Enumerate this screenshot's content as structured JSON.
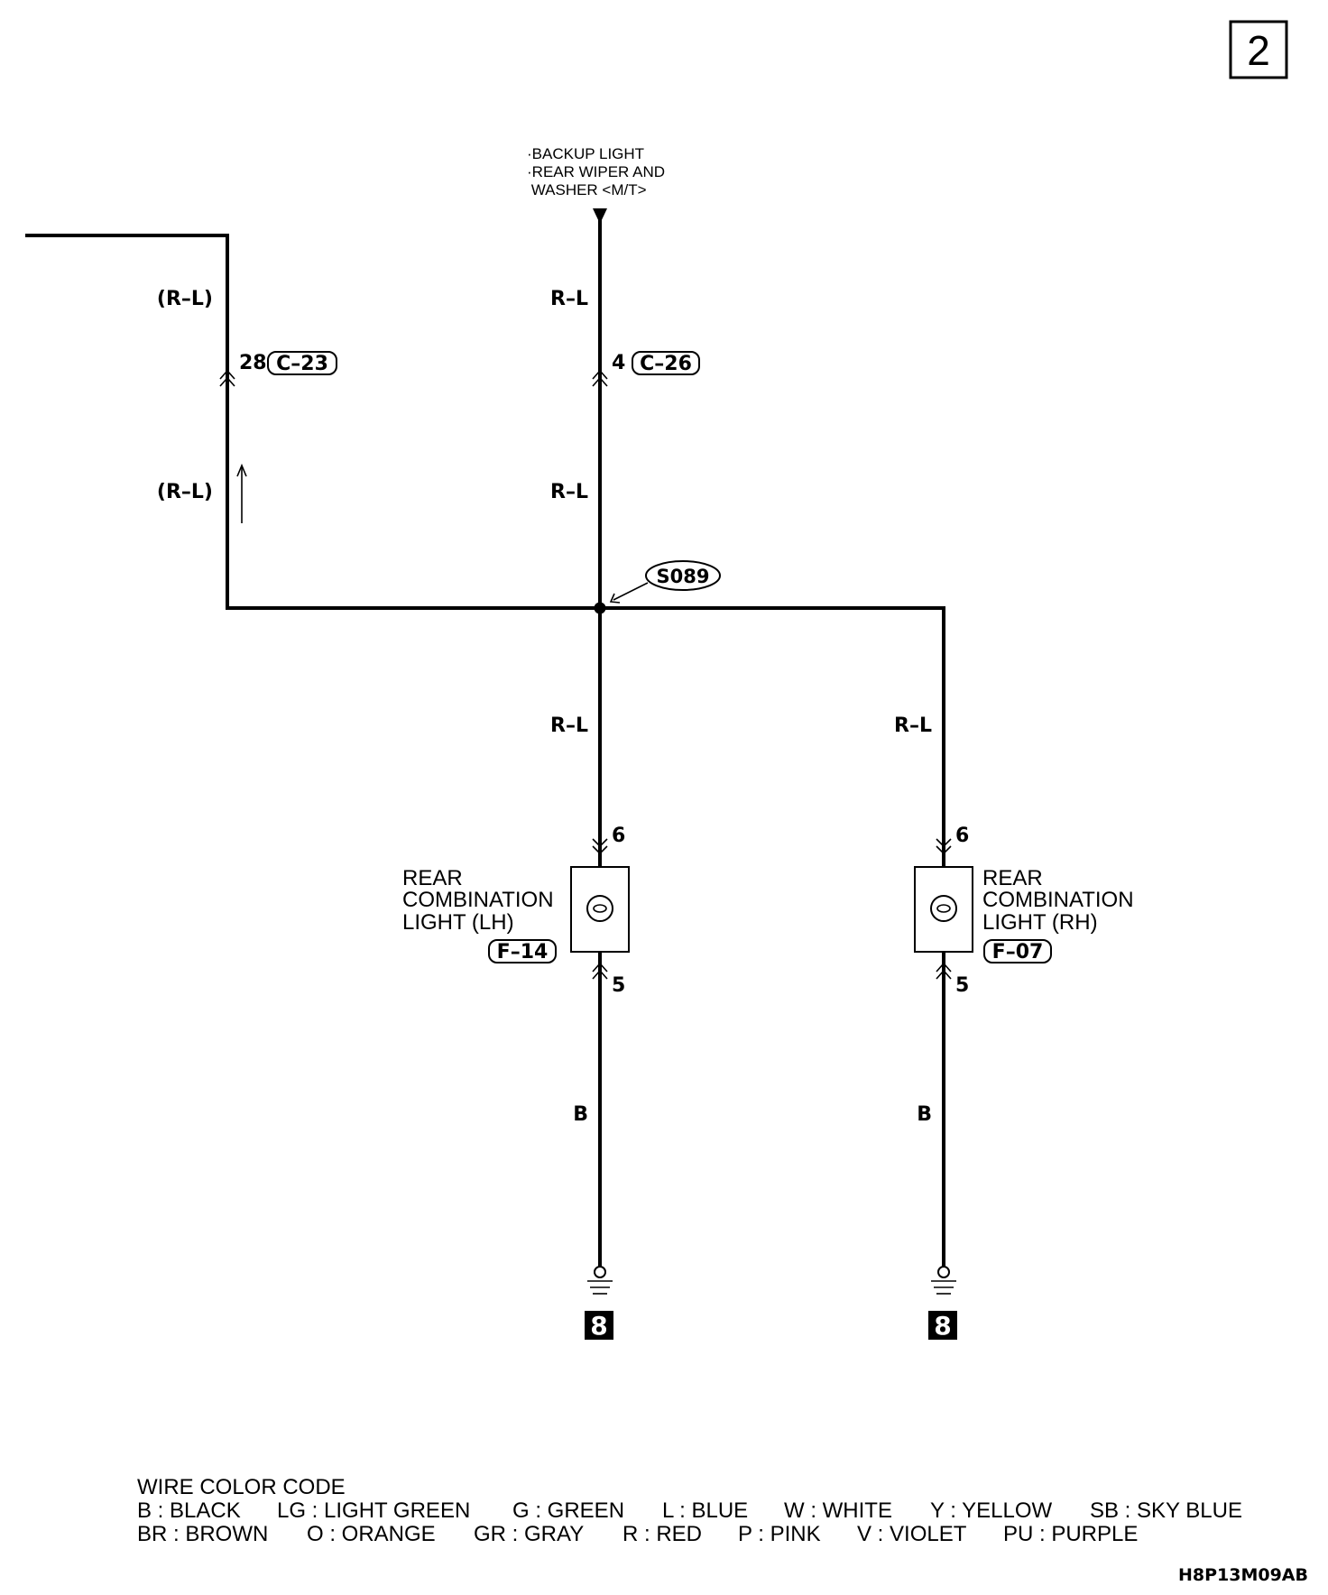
{
  "page_number": "2",
  "top_feed": {
    "lines": [
      "·BACKUP LIGHT",
      "·REAR WIPER AND",
      " WASHER <M/T>"
    ]
  },
  "wire_labels": {
    "left_upper": "(R–L)",
    "left_lower": "(R–L)",
    "center_upper": "R–L",
    "center_middle": "R–L",
    "center_lower": "R–L",
    "right_upper": "R–L",
    "lh_ground": "B",
    "rh_ground": "B"
  },
  "connectors": {
    "c23": {
      "pin": "28",
      "id": "C–23"
    },
    "c26": {
      "pin": "4",
      "id": "C–26"
    }
  },
  "splice": {
    "id": "S089"
  },
  "components": {
    "lh": {
      "name_lines": [
        "REAR",
        "COMBINATION",
        "LIGHT (LH)"
      ],
      "connector": "F–14",
      "pin_top": "6",
      "pin_bottom": "5"
    },
    "rh": {
      "name_lines": [
        "REAR",
        "COMBINATION",
        "LIGHT (RH)"
      ],
      "connector": "F–07",
      "pin_top": "6",
      "pin_bottom": "5"
    }
  },
  "grounds": {
    "lh": "8",
    "rh": "8"
  },
  "legend": {
    "title": "WIRE COLOR CODE",
    "row1": [
      "B : BLACK",
      "LG : LIGHT GREEN",
      "G : GREEN",
      "L : BLUE",
      "W : WHITE",
      "Y : YELLOW",
      "SB : SKY BLUE"
    ],
    "row2": [
      "BR : BROWN",
      "O : ORANGE",
      "GR : GRAY",
      "R : RED",
      "P : PINK",
      "V : VIOLET",
      "PU : PURPLE"
    ]
  },
  "figure_code": "H8P13M09AB"
}
